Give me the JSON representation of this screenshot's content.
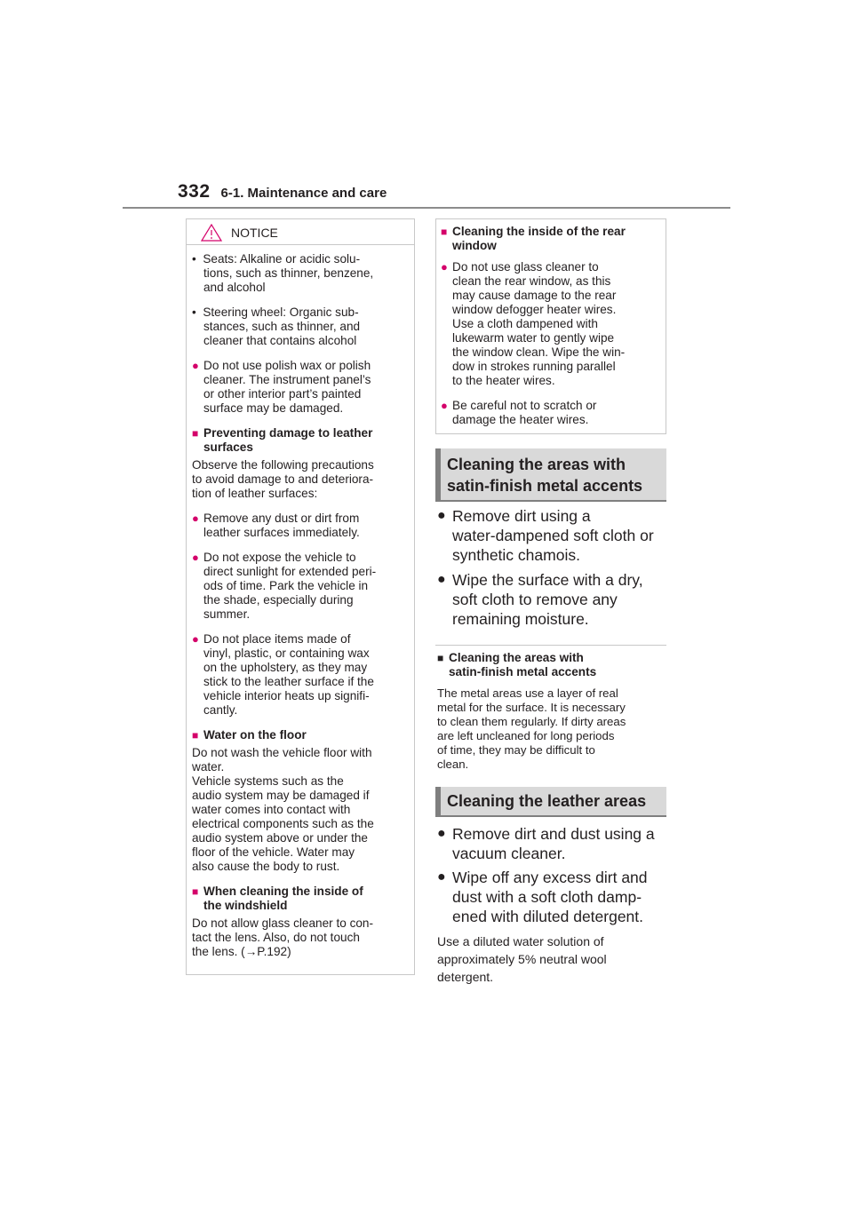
{
  "header": {
    "page_number": "332",
    "section": "6-1. Maintenance and care"
  },
  "notice": {
    "label": "NOTICE",
    "items": [
      {
        "type": "dash",
        "text": "Seats: Alkaline or acidic solu-",
        "text2": "tions, such as thinner, benzene,",
        "text3": "and alcohol"
      },
      {
        "type": "dash",
        "text": "Steering wheel: Organic sub-",
        "text2": "stances, such as thinner, and",
        "text3": "cleaner that contains alcohol"
      }
    ],
    "bullet_polish": [
      "Do not use polish wax or polish",
      "cleaner. The instrument panel’s",
      "or other interior part’s painted",
      "surface may be damaged."
    ],
    "leather_heading": [
      "Preventing damage to leather",
      "surfaces"
    ],
    "leather_para": [
      "Observe the following precautions",
      "to avoid damage to and deteriora-",
      "tion of leather surfaces:"
    ],
    "leather_b1": [
      "Remove any dust or dirt from",
      "leather surfaces immediately."
    ],
    "leather_b2": [
      "Do not expose the vehicle to",
      "direct sunlight for extended peri-",
      "ods of time. Park the vehicle in",
      "the shade, especially during",
      "summer."
    ],
    "leather_b3": [
      "Do not place items made of",
      "vinyl, plastic, or containing wax",
      "on the upholstery, as they may",
      "stick to the leather surface if the",
      "vehicle interior heats up signifi-",
      "cantly."
    ],
    "water_heading": "Water on the floor",
    "water_para": [
      "Do not wash the vehicle floor with",
      "water.",
      "Vehicle systems such as the",
      "audio system may be damaged if",
      "water comes into contact with",
      "electrical components such as the",
      "audio system above or under the",
      "floor of the vehicle. Water may",
      "also cause the body to rust."
    ],
    "windshield_heading": [
      "When cleaning the inside of",
      "the windshield"
    ],
    "windshield_para": [
      "Do not allow glass cleaner to con-",
      "tact the lens. Also, do not touch",
      "the lens. (",
      "P.192)"
    ]
  },
  "rear_window": {
    "heading": [
      "Cleaning the inside of the rear",
      "window"
    ],
    "b1": [
      "Do not use glass cleaner to",
      "clean the rear window, as this",
      "may cause damage to the rear",
      "window defogger heater wires.",
      "Use a cloth dampened with",
      "lukewarm water to gently wipe",
      "the window clean. Wipe the win-",
      "dow in strokes running parallel",
      "to the heater wires."
    ],
    "b2": [
      "Be careful not to scratch or",
      "damage the heater wires."
    ]
  },
  "satin": {
    "heading": [
      "Cleaning the areas with",
      "satin-finish metal accents"
    ],
    "b1": [
      "Remove dirt using a",
      "water-dampened soft cloth or",
      "synthetic chamois."
    ],
    "b2": [
      "Wipe the surface with a dry,",
      "soft cloth to remove any",
      "remaining moisture."
    ],
    "sub_heading": [
      "Cleaning the areas with",
      "satin-finish metal accents"
    ],
    "sub_para": [
      "The metal areas use a layer of real",
      "metal for the surface. It is necessary",
      "to clean them regularly. If dirty areas",
      "are left uncleaned for long periods",
      "of time, they may be difficult to",
      "clean."
    ]
  },
  "leather_areas": {
    "heading": "Cleaning the leather areas",
    "b1": [
      "Remove dirt and dust using a",
      "vacuum cleaner."
    ],
    "b2": [
      "Wipe off any excess dirt and",
      "dust with a soft cloth damp-",
      "ened with diluted detergent."
    ],
    "note": [
      "Use a diluted water solution of",
      "approximately 5% neutral wool",
      "detergent."
    ]
  },
  "glyphs": {
    "bullet": "●",
    "square": "■",
    "dash": "•",
    "big_bullet": "●",
    "arrow": "→"
  },
  "colors": {
    "accent": "#d4006a",
    "heading_bg": "#d9d9d9",
    "heading_bar": "#7f7f7f"
  }
}
